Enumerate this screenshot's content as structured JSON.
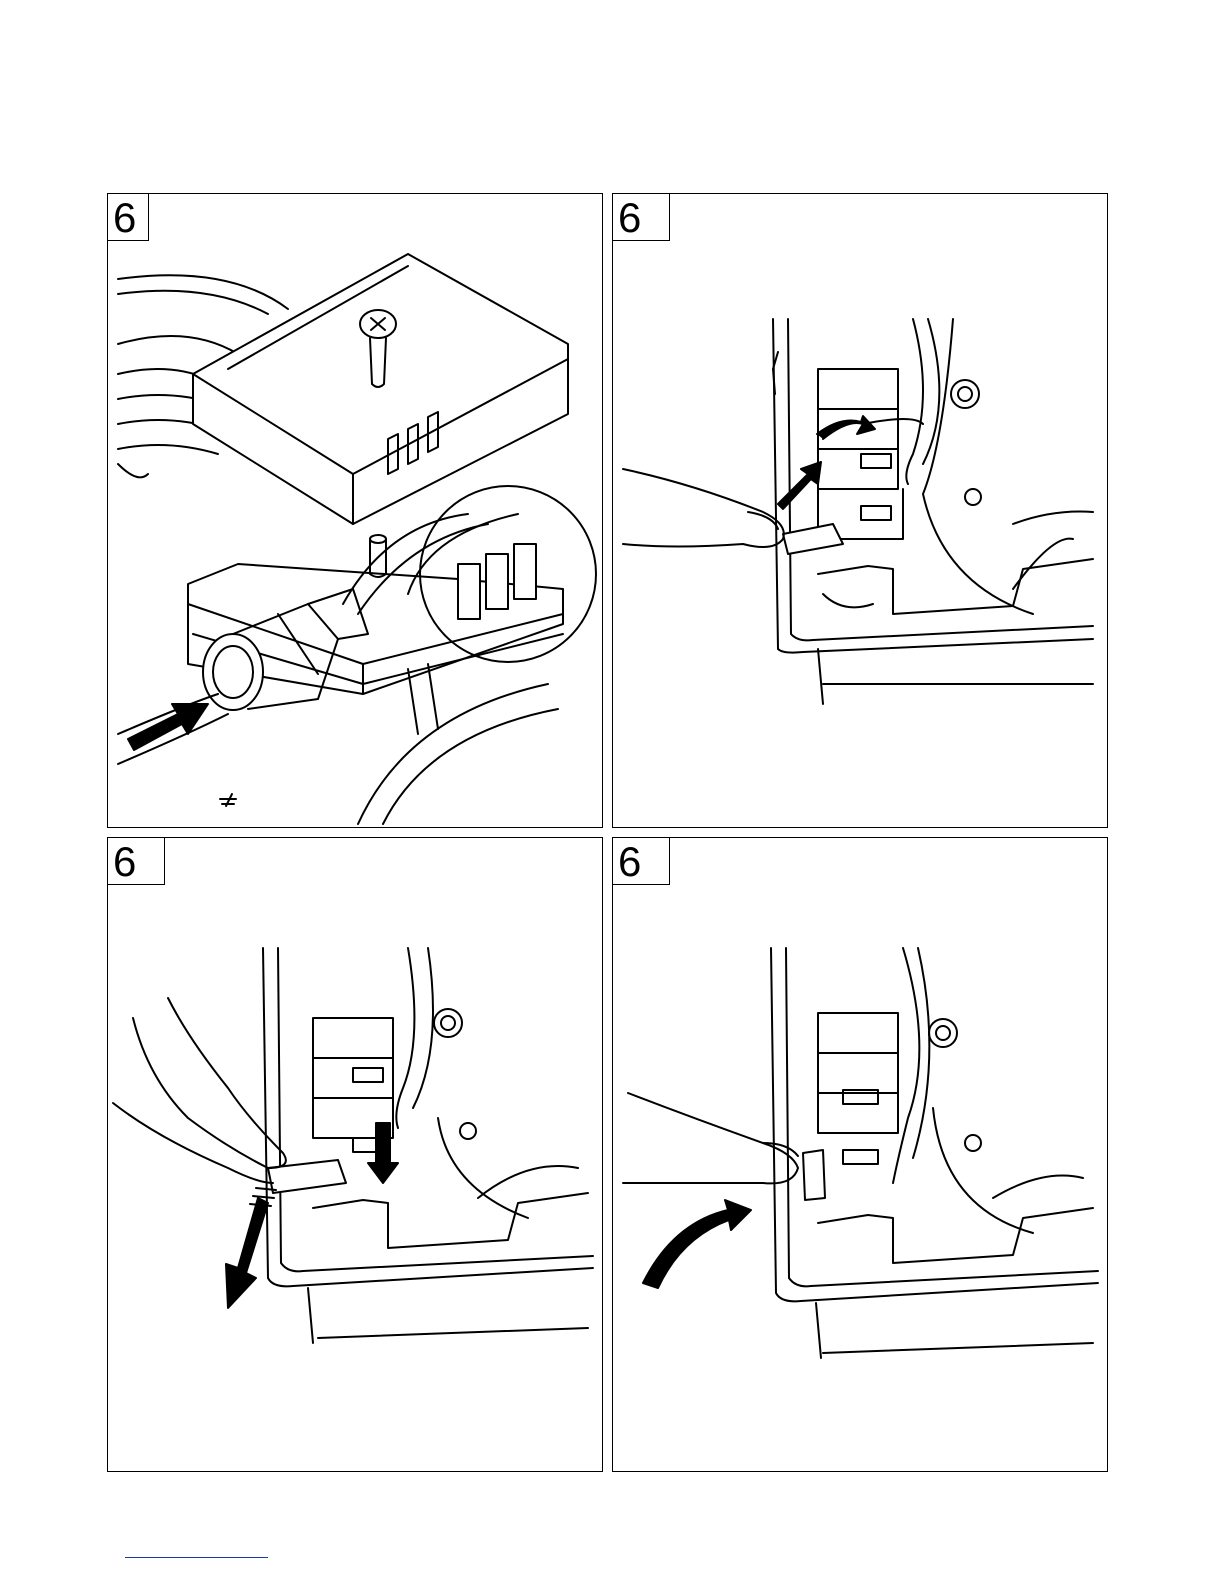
{
  "panels": [
    {
      "step": "6"
    },
    {
      "step": "6"
    },
    {
      "step": "6"
    },
    {
      "step": "6"
    }
  ],
  "colors": {
    "line": "#000000",
    "background": "#ffffff",
    "footer_rule": "#1a3aa0"
  }
}
